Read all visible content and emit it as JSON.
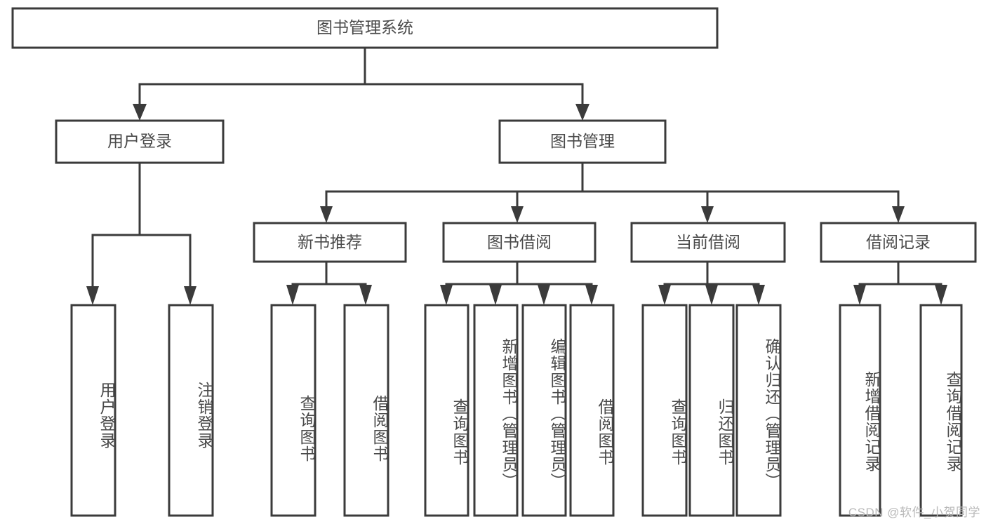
{
  "diagram": {
    "type": "tree",
    "title": "图书管理系统",
    "root": {
      "id": "root",
      "label": "图书管理系统",
      "orientation": "horizontal"
    },
    "level1": [
      {
        "id": "user-login",
        "label": "用户登录",
        "orientation": "horizontal"
      },
      {
        "id": "book-manage",
        "label": "图书管理",
        "orientation": "horizontal"
      }
    ],
    "level2": [
      {
        "id": "new-book-recommend",
        "label": "新书推荐",
        "orientation": "horizontal",
        "parent": "book-manage"
      },
      {
        "id": "book-borrow",
        "label": "图书借阅",
        "orientation": "horizontal",
        "parent": "book-manage"
      },
      {
        "id": "current-borrow",
        "label": "当前借阅",
        "orientation": "horizontal",
        "parent": "book-manage"
      },
      {
        "id": "borrow-record",
        "label": "借阅记录",
        "orientation": "horizontal",
        "parent": "book-manage"
      }
    ],
    "leaves": [
      {
        "id": "leaf-user-login",
        "label": "用户登录",
        "orientation": "vertical",
        "parent": "user-login"
      },
      {
        "id": "leaf-logout",
        "label": "注销登录",
        "orientation": "vertical",
        "parent": "user-login"
      },
      {
        "id": "leaf-query-book-1",
        "label": "查询图书",
        "orientation": "vertical",
        "parent": "new-book-recommend"
      },
      {
        "id": "leaf-borrow-book-1",
        "label": "借阅图书",
        "orientation": "vertical",
        "parent": "new-book-recommend"
      },
      {
        "id": "leaf-query-book-2",
        "label": "查询图书",
        "orientation": "vertical",
        "parent": "book-borrow"
      },
      {
        "id": "leaf-add-book",
        "label": "新增图书（管理员）",
        "orientation": "vertical",
        "parent": "book-borrow"
      },
      {
        "id": "leaf-edit-book",
        "label": "编辑图书（管理员）",
        "orientation": "vertical",
        "parent": "book-borrow"
      },
      {
        "id": "leaf-borrow-book-2",
        "label": "借阅图书",
        "orientation": "vertical",
        "parent": "book-borrow"
      },
      {
        "id": "leaf-query-book-3",
        "label": "查询图书",
        "orientation": "vertical",
        "parent": "current-borrow"
      },
      {
        "id": "leaf-return-book",
        "label": "归还图书",
        "orientation": "vertical",
        "parent": "current-borrow"
      },
      {
        "id": "leaf-confirm-return",
        "label": "确认归还（管理员）",
        "orientation": "vertical",
        "parent": "current-borrow"
      },
      {
        "id": "leaf-add-record",
        "label": "新增借阅记录",
        "orientation": "vertical",
        "parent": "borrow-record"
      },
      {
        "id": "leaf-query-record",
        "label": "查询借阅记录",
        "orientation": "vertical",
        "parent": "borrow-record"
      }
    ]
  },
  "watermark": {
    "text": "CSDN @软件_小贺同学"
  },
  "colors": {
    "box_border": "#3b3b3b",
    "box_fill": "#ffffff",
    "text": "#4a4a4a",
    "connector": "#3b3b3b",
    "background": "#ffffff",
    "watermark": "#b9b9b9"
  }
}
